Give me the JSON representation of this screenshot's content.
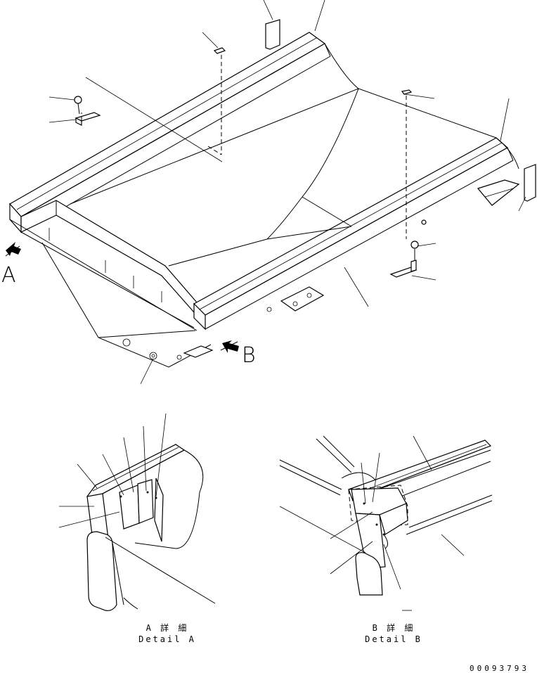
{
  "view_labels": {
    "a": "A",
    "b": "B"
  },
  "detail_a": {
    "caption_jp": "A 詳 細",
    "caption_en": "Detail A"
  },
  "detail_b": {
    "caption_jp": "B 詳 細",
    "caption_en": "Detail B"
  },
  "drawing_code": "00093793"
}
